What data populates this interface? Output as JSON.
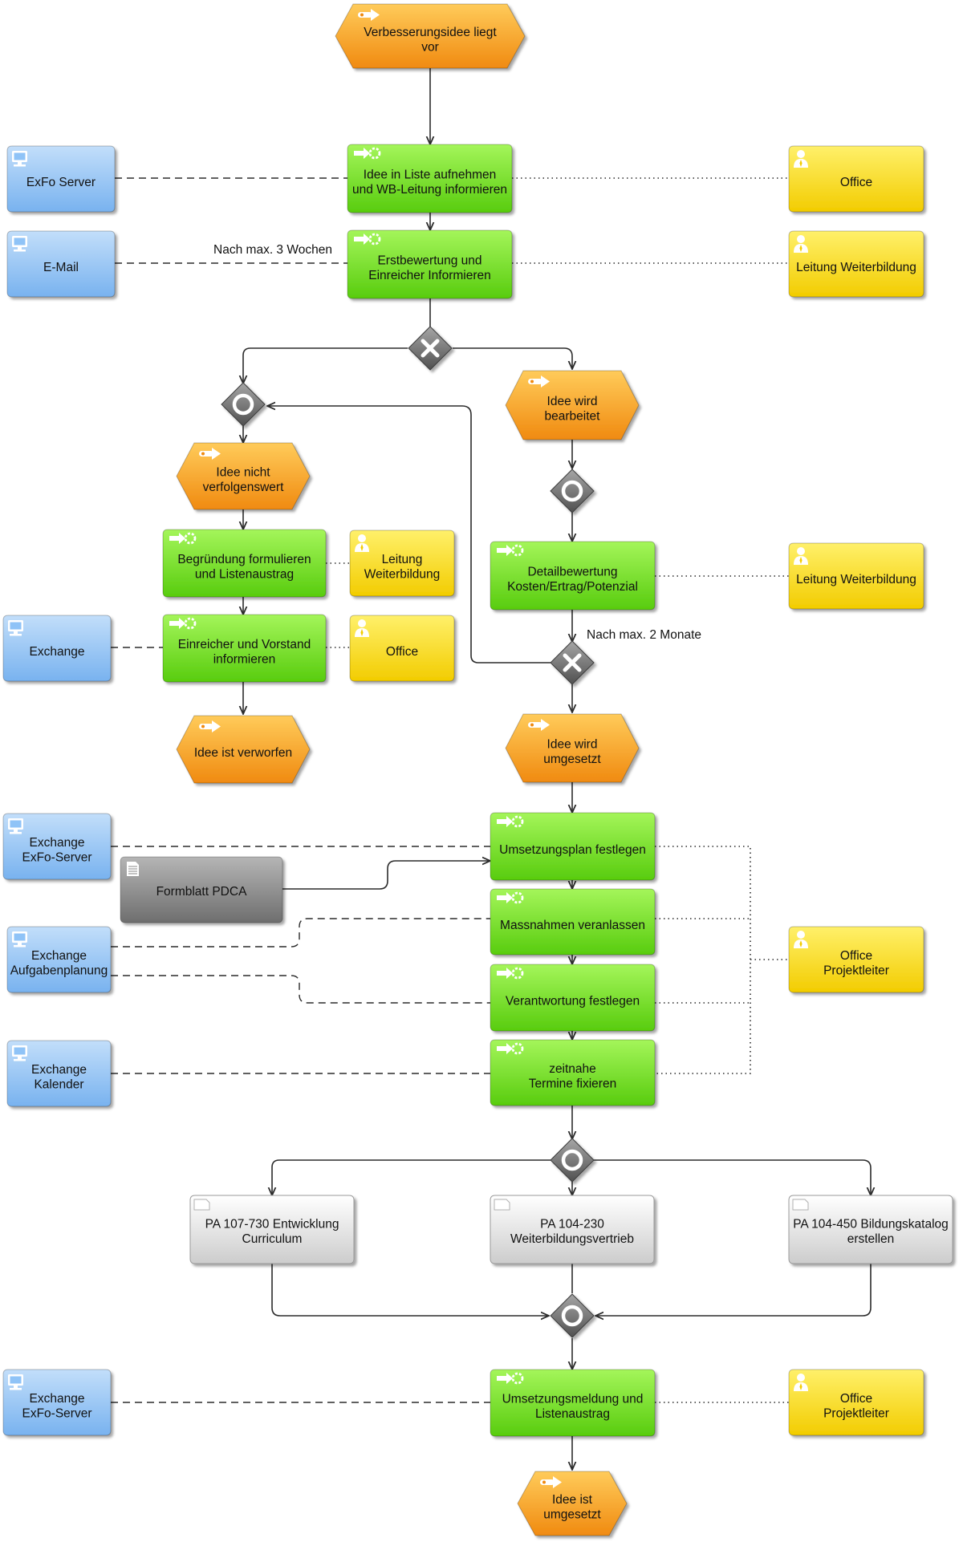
{
  "colors": {
    "event": "#f89a1c",
    "function": "#72e21e",
    "system": "#8fc3f7",
    "role": "#f8d80a",
    "document": "#8a8a8a",
    "process": "#e6e6e6",
    "gateway": "#6e6e6e"
  },
  "events": {
    "start": [
      "Verbesserungsidee liegt",
      "vor"
    ],
    "idea_processed": [
      "Idee wird",
      "bearbeitet"
    ],
    "not_worth": [
      "Idee nicht",
      "verfolgenswert"
    ],
    "discarded": [
      "Idee ist verworfen"
    ],
    "implemented_begin": [
      "Idee wird",
      "umgesetzt"
    ],
    "end": [
      "Idee ist",
      "umgesetzt"
    ]
  },
  "functions": {
    "record_idea": [
      "Idee in Liste aufnehmen",
      "und WB-Leitung informieren"
    ],
    "first_eval": [
      "Erstbewertung und",
      "Einreicher Informieren"
    ],
    "justify": [
      "Begründung formulieren",
      "und Listenaustrag"
    ],
    "inform": [
      "Einreicher und Vorstand",
      "informieren"
    ],
    "detail_eval": [
      "Detailbewertung",
      "Kosten/Ertrag/Potenzial"
    ],
    "plan": [
      "Umsetzungsplan festlegen"
    ],
    "measures": [
      "Massnahmen veranlassen"
    ],
    "responsibility": [
      "Verantwortung festlegen"
    ],
    "dates": [
      "zeitnahe",
      "Termine fixieren"
    ],
    "report": [
      "Umsetzungsmeldung und",
      "Listenaustrag"
    ]
  },
  "systems": {
    "exfo_server": [
      "ExFo Server"
    ],
    "email": [
      "E-Mail"
    ],
    "exchange": [
      "Exchange"
    ],
    "exchange_exfo_1": [
      "Exchange",
      "ExFo-Server"
    ],
    "exchange_tasks": [
      "Exchange",
      "Aufgabenplanung"
    ],
    "exchange_calendar": [
      "Exchange",
      "Kalender"
    ],
    "exchange_exfo_2": [
      "Exchange",
      "ExFo-Server"
    ]
  },
  "roles": {
    "office_1": [
      "Office"
    ],
    "head_1": [
      "Leitung Weiterbildung"
    ],
    "head_2": [
      "Leitung",
      "Weiterbildung"
    ],
    "office_2": [
      "Office"
    ],
    "head_3": [
      "Leitung Weiterbildung"
    ],
    "office_pl_1": [
      "Office",
      "Projektleiter"
    ],
    "office_pl_2": [
      "Office",
      "Projektleiter"
    ]
  },
  "documents": {
    "pdca": [
      "Formblatt PDCA"
    ]
  },
  "processes": {
    "curriculum": [
      "PA 107-730 Entwicklung",
      "Curriculum"
    ],
    "sales": [
      "PA 104-230",
      "Weiterbildungsvertrieb"
    ],
    "catalog": [
      "PA 104-450 Bildungskatalog",
      "erstellen"
    ]
  },
  "labels": {
    "three_weeks": "Nach max. 3 Wochen",
    "two_months": "Nach max. 2 Monate"
  }
}
